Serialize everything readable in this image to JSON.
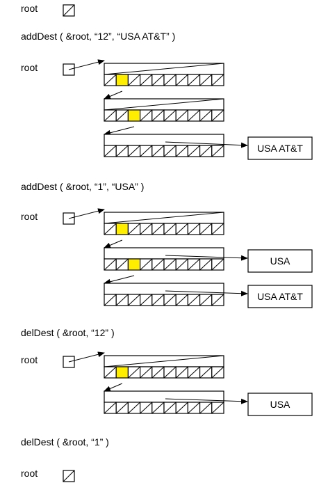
{
  "labels": {
    "root": "root",
    "step1": "addDest ( &root, “12”, “USA  AT&T” )",
    "step2": "addDest ( &root, “1”, “USA” )",
    "step3": "delDest ( &root, “12” )",
    "step4": "delDest ( &root, “1” )"
  },
  "values": {
    "usa_att": "USA AT&T",
    "usa": "USA"
  },
  "colors": {
    "highlight": "#ffee00",
    "stroke": "#000000"
  }
}
